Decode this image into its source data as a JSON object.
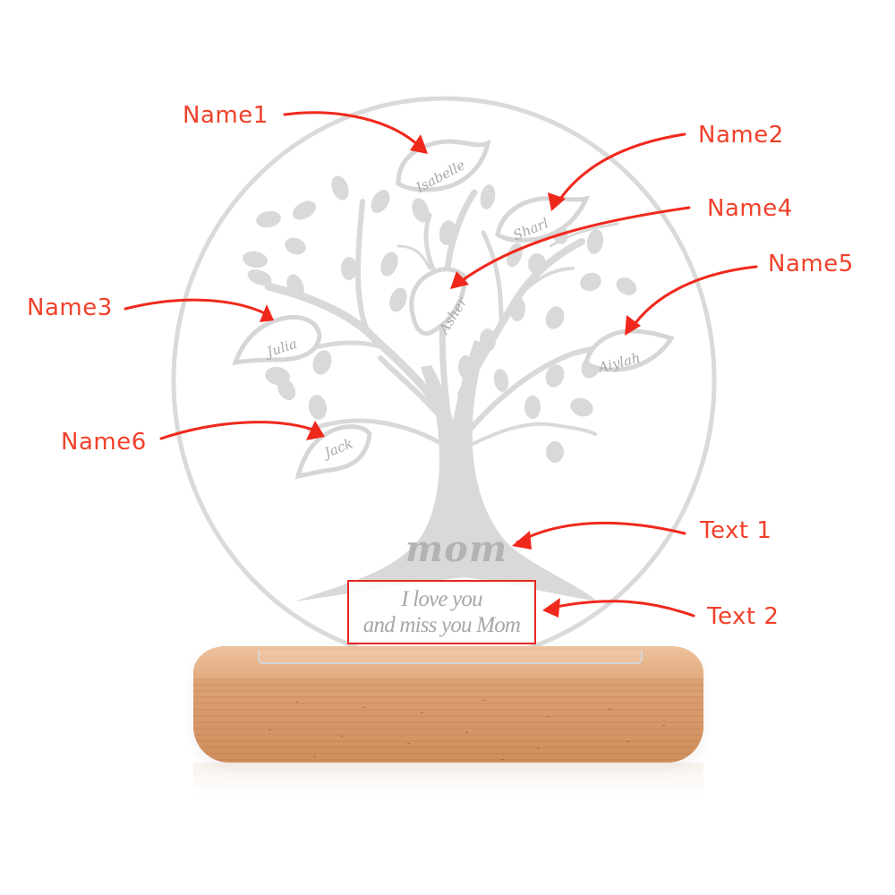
{
  "product": {
    "type": "Personalized family tree acrylic night light with wooden base",
    "design": "Tree of life inside circle"
  },
  "annotation_color": "#f0412a",
  "engraving_color": "#a9a9a9",
  "leaves": [
    {
      "id": "name1",
      "label": "Name1",
      "name": "Isabelle"
    },
    {
      "id": "name2",
      "label": "Name2",
      "name": "Sharl"
    },
    {
      "id": "name3",
      "label": "Name3",
      "name": "Julia"
    },
    {
      "id": "name4",
      "label": "Name4",
      "name": "Asher"
    },
    {
      "id": "name5",
      "label": "Name5",
      "name": "Aiylah"
    },
    {
      "id": "name6",
      "label": "Name6",
      "name": "Jack"
    }
  ],
  "texts": {
    "text1": {
      "label": "Text 1",
      "value": "mom"
    },
    "text2": {
      "label": "Text 2",
      "lines": [
        "I love you",
        "and miss you Mom"
      ]
    }
  }
}
